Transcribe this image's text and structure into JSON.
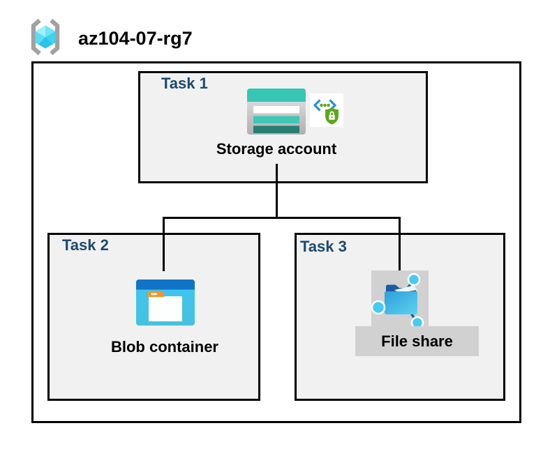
{
  "header": {
    "title": "az104-07-rg7",
    "icon": "resource-group-icon"
  },
  "tasks": [
    {
      "label": "Task 1",
      "node": "Storage account",
      "icons": [
        "storage-account-icon",
        "secure-access-icon"
      ]
    },
    {
      "label": "Task 2",
      "node": "Blob container",
      "icons": [
        "blob-container-icon"
      ]
    },
    {
      "label": "Task 3",
      "node": "File share",
      "icons": [
        "file-share-icon"
      ],
      "highlighted": true
    }
  ],
  "connections": [
    {
      "from": "Storage account",
      "to": "Blob container"
    },
    {
      "from": "Storage account",
      "to": "File share"
    }
  ],
  "colors": {
    "task_label_navy": "#1C4A6E",
    "box_fill": "#F1F1F1",
    "box_border": "#000000",
    "storage_teal": "#37C6B4",
    "storage_teal_dark": "#267E72",
    "blob_top_blue": "#0F73C8",
    "blob_body_cyan": "#3EC3EE",
    "folder_tab_orange": "#F79428",
    "shield_green": "#5CA81A",
    "code_bracket_blue": "#2493D9",
    "dot_green": "#63A71B",
    "highlight_gray": "#D1D1D1",
    "cube_cyan": "#55DCF5",
    "bracket_gray": "#A1A1A1",
    "share_line_blue": "#1C5EA9",
    "share_node_cyan": "#45CBF3"
  }
}
